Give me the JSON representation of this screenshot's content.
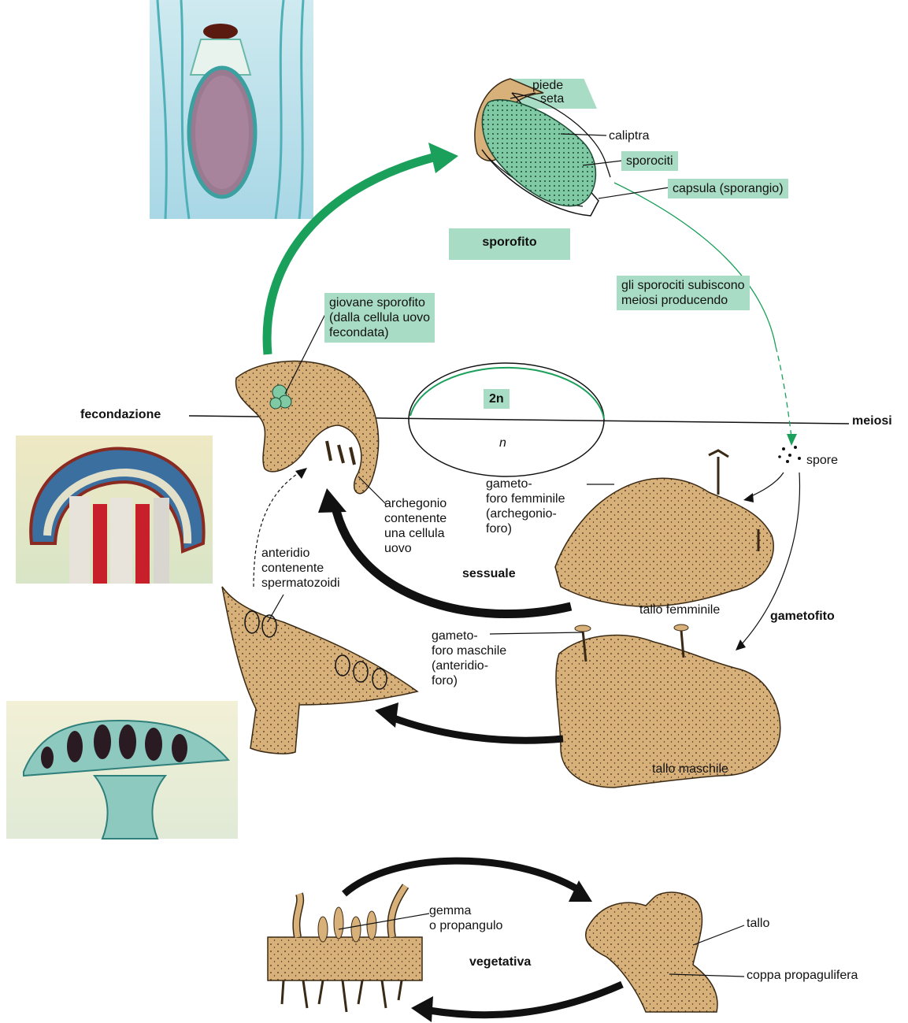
{
  "colors": {
    "accent_green": "#1aa05a",
    "label_box": "#a9dcc4",
    "thallus_tan": "#d8b07a",
    "arrow_black": "#111111"
  },
  "labels": {
    "piede": "piede",
    "seta": "seta",
    "caliptra": "caliptra",
    "sporociti": "sporociti",
    "capsula": "capsula (sporangio)",
    "sporofito": "sporofito",
    "meiosi_note": "gli sporociti subiscono\nmeiosi producendo",
    "giovane_sporofito": "giovane sporofito\n(dalla cellula uovo\nfecondata)",
    "diploid": "2n",
    "haploid": "n",
    "fecondazione": "fecondazione",
    "meiosi": "meiosi",
    "spore": "spore",
    "gametoforo_femminile": "gameto-\nforo femminile\n(archegonio-\nforo)",
    "archegonio": "archegonio\ncontenente\nuna cellula\nuovo",
    "anteridio": "anteridio\ncontenente\nspermatozoidi",
    "sessuale": "sessuale",
    "tallo_femminile": "tallo femminile",
    "gametofito": "gametofito",
    "gametoforo_maschile": "gameto-\nforo maschile\n(anteridio-\nforo)",
    "tallo_maschile": "tallo maschile",
    "gemma": "gemma\no propangulo",
    "vegetativa": "vegetativa",
    "tallo": "tallo",
    "coppa": "coppa propagulifera"
  },
  "photos": [
    {
      "name": "sporophyte-micrograph-photo"
    },
    {
      "name": "archegoniophore-micrograph-photo"
    },
    {
      "name": "antheridiophore-micrograph-photo"
    }
  ]
}
